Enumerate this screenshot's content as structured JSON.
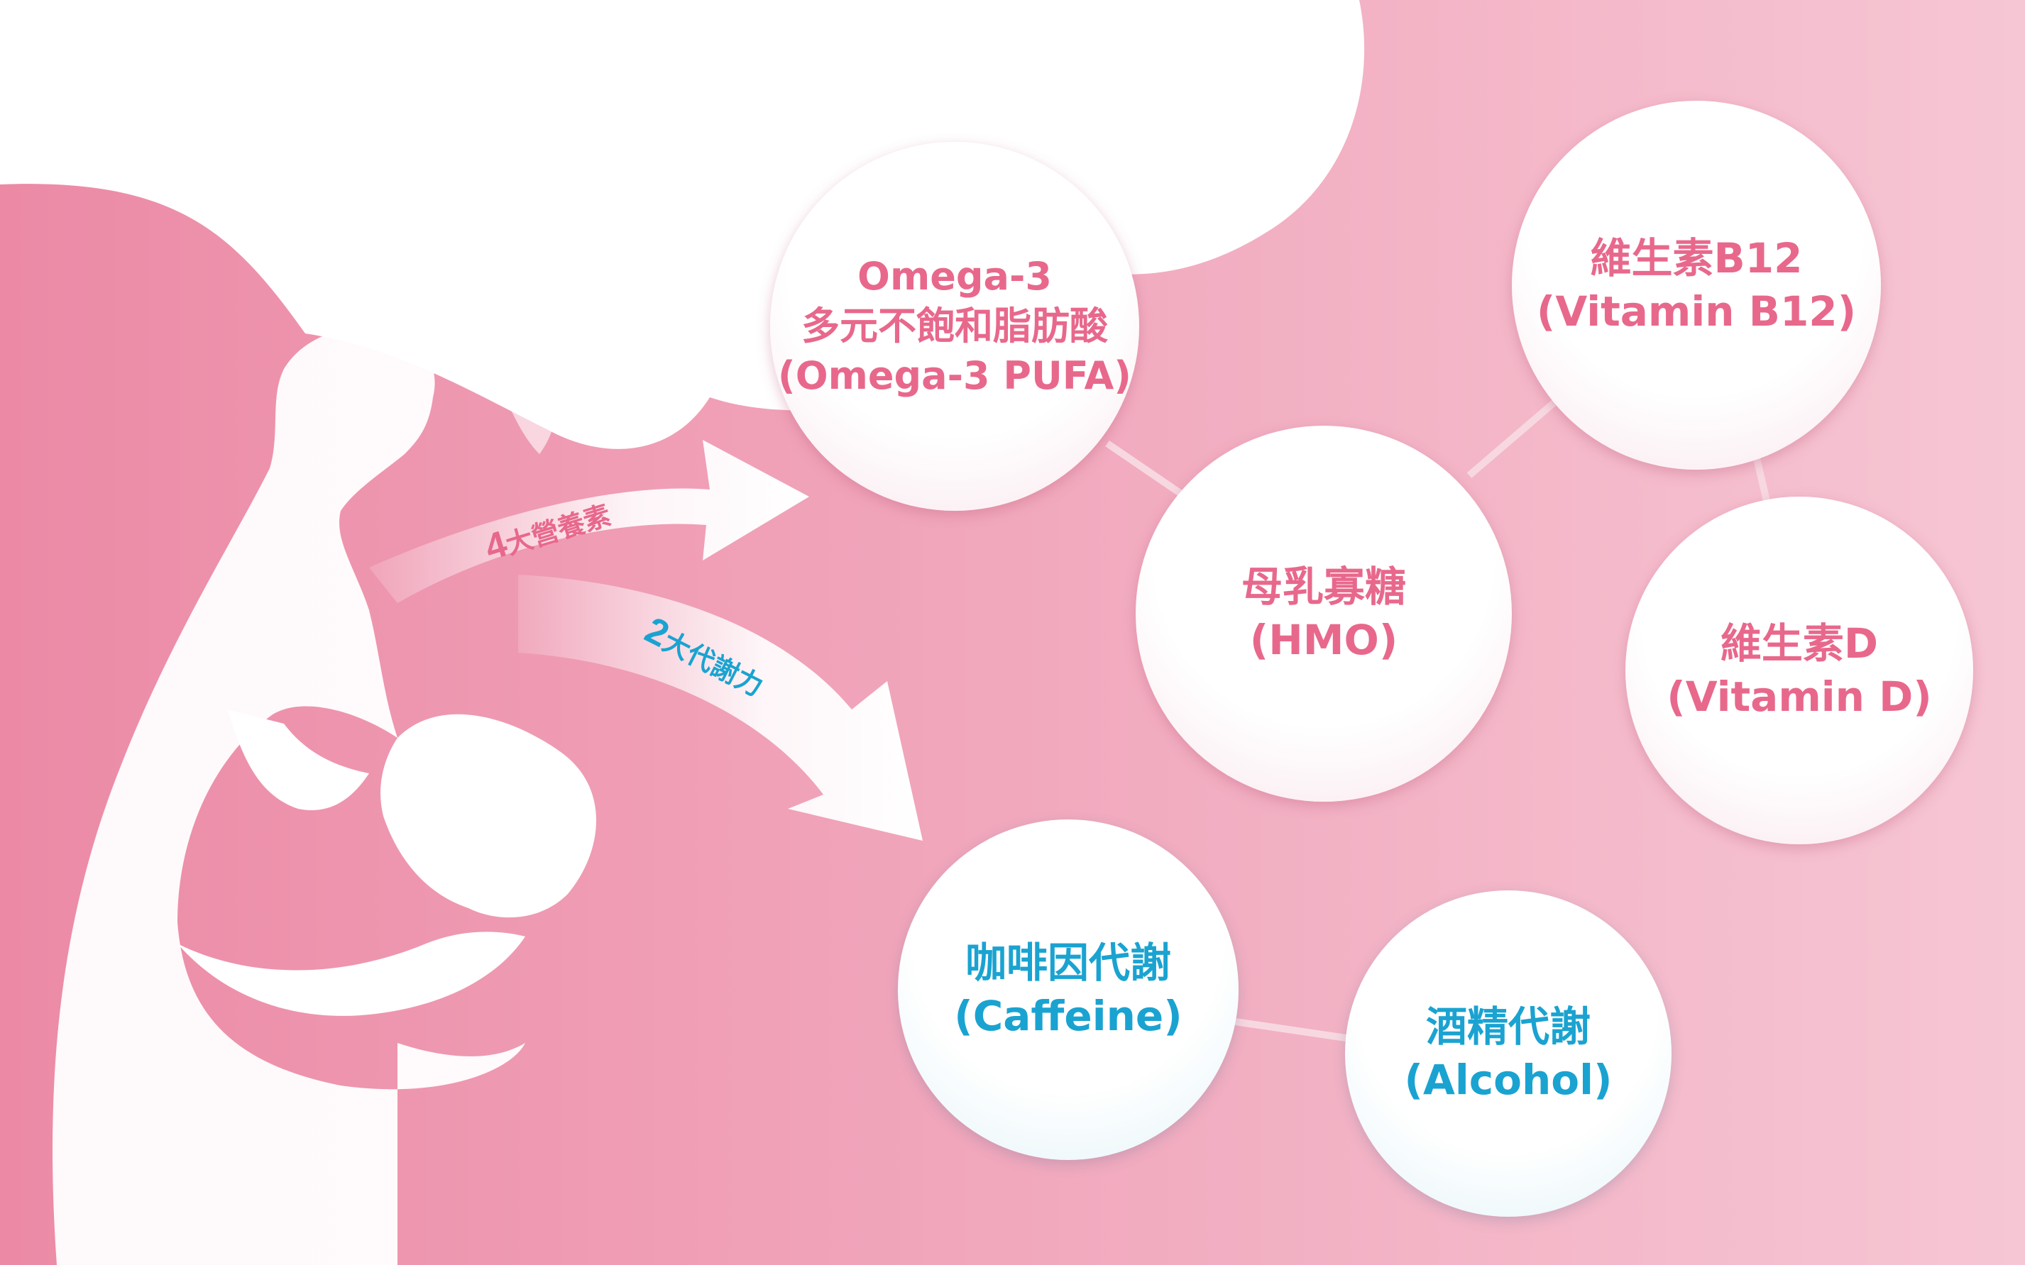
{
  "colors": {
    "background_left": "#ec8aa6",
    "background_right": "#f6c6d4",
    "nutrient_text": "#e8688c",
    "metabolism_text": "#1aa3d1",
    "connector": "#f7d8e1"
  },
  "arrows": {
    "nutrients": {
      "number": "4",
      "text": "大營養素"
    },
    "metabolism": {
      "number": "2",
      "text": "大代謝力"
    }
  },
  "nutrients": [
    {
      "lines": [
        "Omega-3",
        "多元不飽和脂肪酸",
        "(Omega-3 PUFA)"
      ]
    },
    {
      "lines": [
        "維生素B12",
        "(Vitamin B12)"
      ]
    },
    {
      "lines": [
        "母乳寡糖",
        "(HMO)"
      ]
    },
    {
      "lines": [
        "維生素D",
        "(Vitamin D)"
      ]
    }
  ],
  "metabolism": [
    {
      "lines": [
        "咖啡因代謝",
        "(Caffeine)"
      ]
    },
    {
      "lines": [
        "酒精代謝",
        "(Alcohol)"
      ]
    }
  ]
}
